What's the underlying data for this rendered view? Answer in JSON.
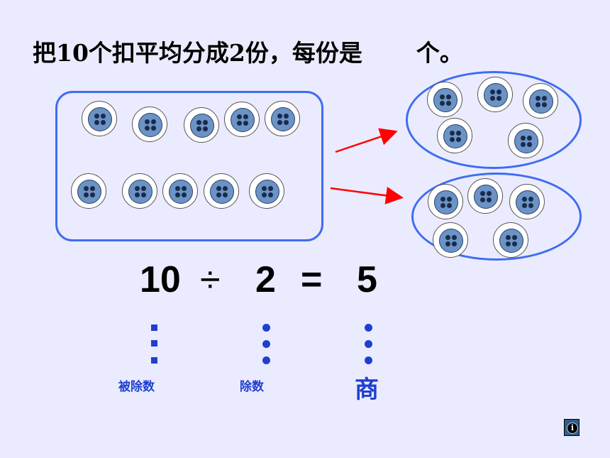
{
  "title": {
    "text_before": "把10个扣平均分成2份，每份是",
    "text_after": "个。"
  },
  "equation": {
    "dividend": "10",
    "operator": "÷",
    "divisor": "2",
    "equals": "=",
    "quotient": "5"
  },
  "labels": {
    "dividend": "被除数",
    "divisor": "除数",
    "quotient": "商"
  },
  "info_glyph": "i",
  "colors": {
    "background": "#ebebff",
    "outline": "#3f6df0",
    "arrow": "#ff0000",
    "label": "#1f3fd0",
    "button_fill": "#6b93c6"
  }
}
